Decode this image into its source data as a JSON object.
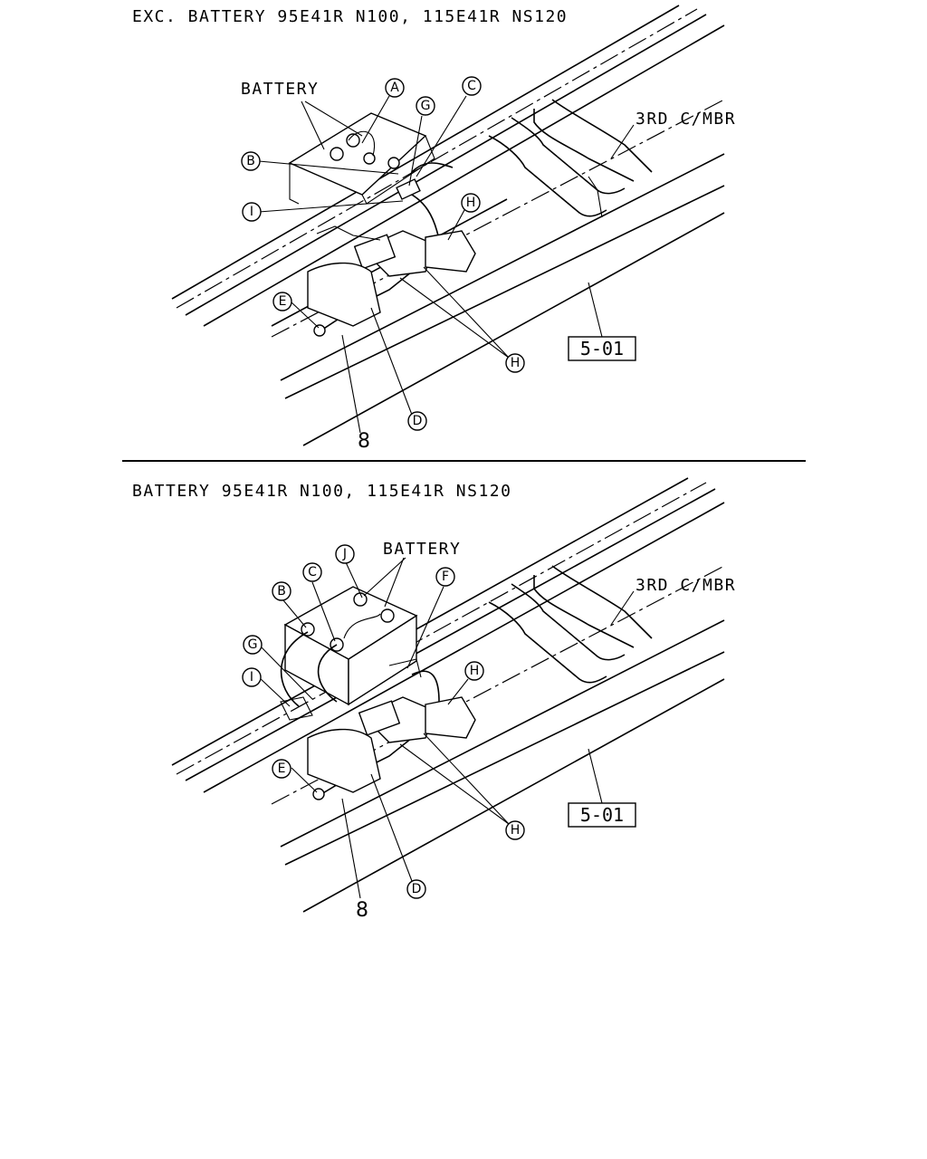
{
  "panels": [
    {
      "title": "EXC. BATTERY 95E41R N100, 115E41R NS120",
      "battery_label": "BATTERY",
      "crossmember_label": "3RD C/MBR",
      "ref_box": "5-01",
      "part_number": "8",
      "callouts": [
        "A",
        "B",
        "C",
        "D",
        "E",
        "G",
        "H",
        "H",
        "I"
      ]
    },
    {
      "title": "BATTERY 95E41R N100, 115E41R NS120",
      "battery_label": "BATTERY",
      "crossmember_label": "3RD C/MBR",
      "ref_box": "5-01",
      "part_number": "8",
      "callouts": [
        "B",
        "C",
        "D",
        "E",
        "F",
        "G",
        "H",
        "H",
        "I",
        "J"
      ]
    }
  ]
}
